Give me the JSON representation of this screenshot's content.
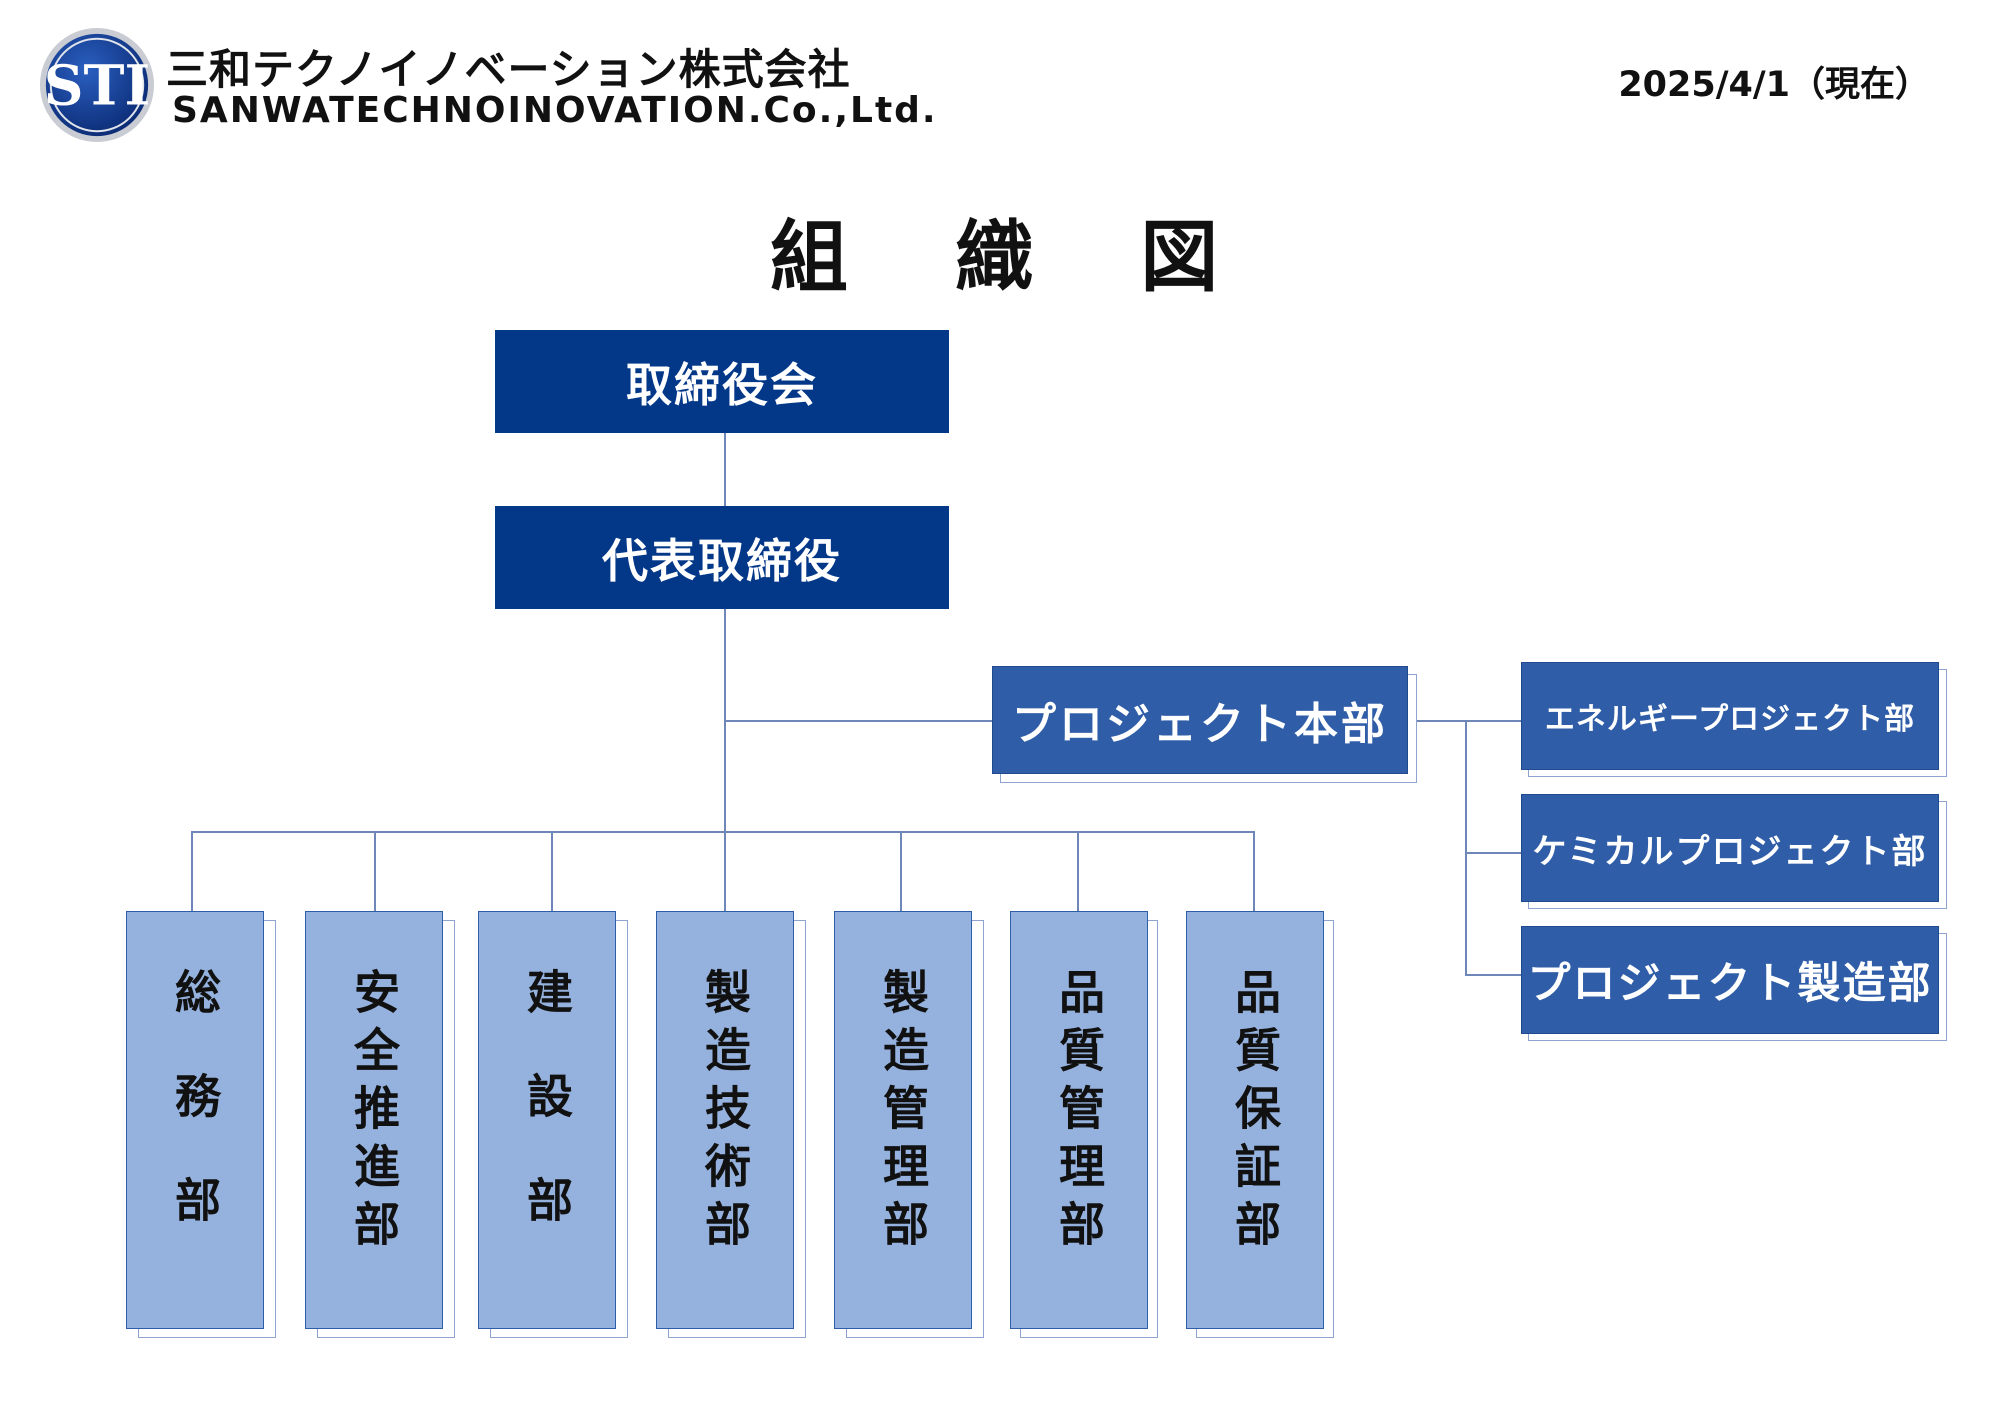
{
  "header": {
    "company_name_jp": "三和テクノイノベーション株式会社",
    "company_name_en": "SANWATECHNOINOVATION.Co.,Ltd.",
    "date": "2025/4/1（現在）",
    "logo_text": "STI"
  },
  "title": "組 織 図",
  "org": {
    "board": "取締役会",
    "president": "代表取締役",
    "project_hq": "プロジェクト本部",
    "project_depts": [
      "エネルギープロジェクト部",
      "ケミカルプロジェクト部",
      "プロジェクト製造部"
    ],
    "departments": [
      "総務部",
      "安全推進部",
      "建設部",
      "製造技術部",
      "製造管理部",
      "品質管理部",
      "品質保証部"
    ]
  },
  "colors": {
    "dark_navy": "#033889",
    "medium_blue": "#2f5da8",
    "light_blue": "#95b2de",
    "connector": "#6f87b8"
  }
}
